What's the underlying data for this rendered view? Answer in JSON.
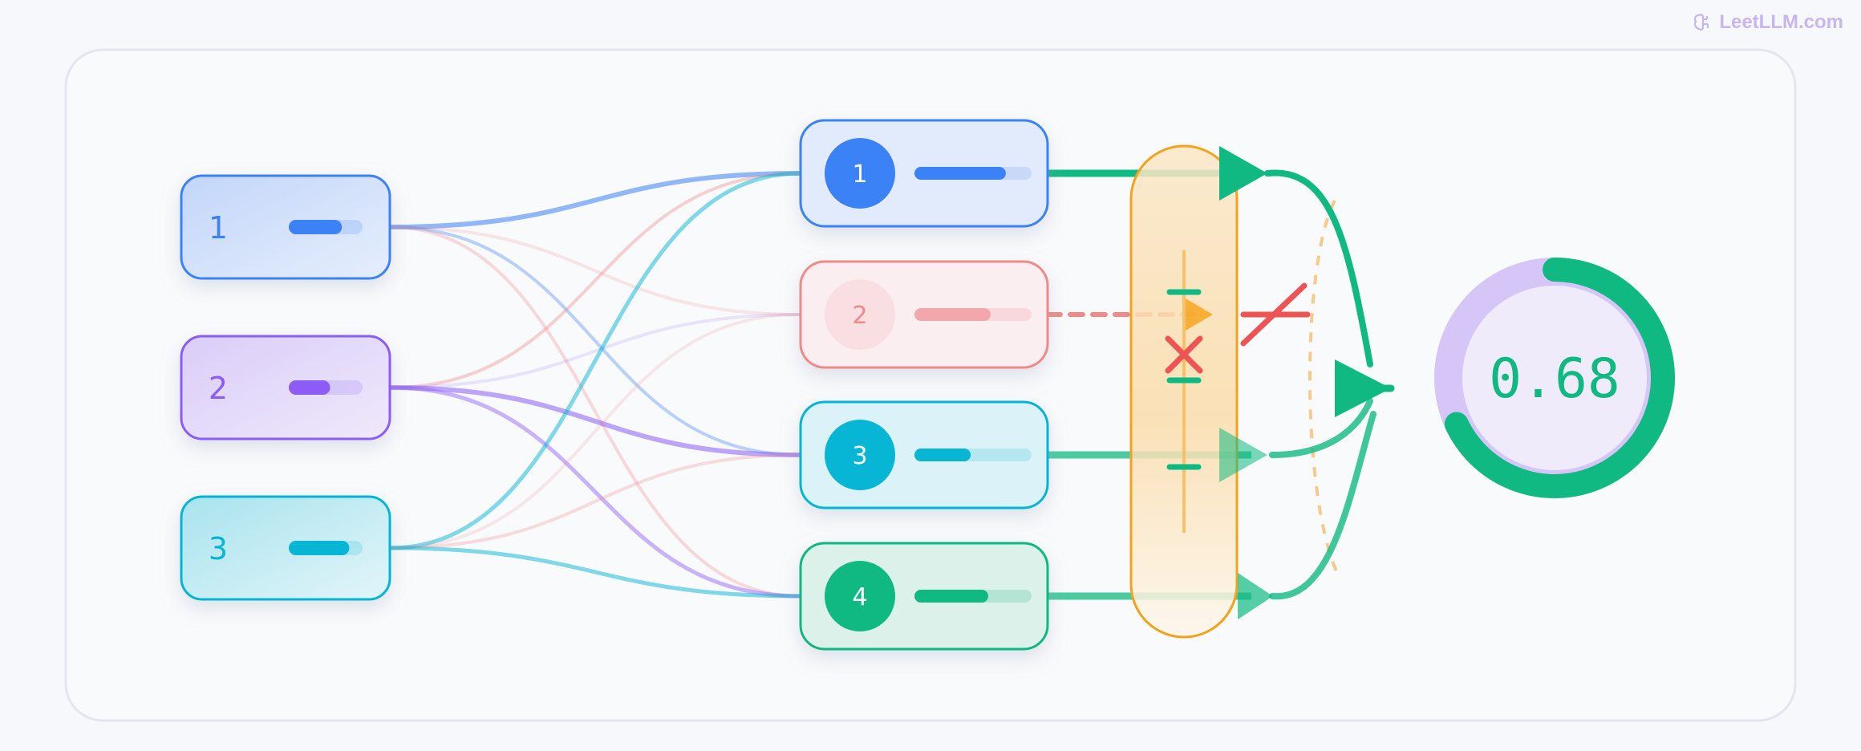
{
  "watermark": "LeetLLM.com",
  "inputs": [
    {
      "label": "1",
      "color": "#3b82f6",
      "fill_start": "#c3d6f9",
      "fill_end": "#e5eefc",
      "bar": 0.72
    },
    {
      "label": "2",
      "color": "#8b5cf6",
      "fill_start": "#dacdf8",
      "fill_end": "#efe9fb",
      "bar": 0.56
    },
    {
      "label": "3",
      "color": "#06b6d4",
      "fill_start": "#a9e3ee",
      "fill_end": "#e2f5f9",
      "bar": 0.82
    }
  ],
  "outputs": [
    {
      "label": "1",
      "color": "#3b82f6",
      "fill": "#e1ebfb",
      "track": "#c7d8f8",
      "bar": 0.78,
      "state": "pass"
    },
    {
      "label": "2",
      "color": "#f08a8a",
      "fill": "#fbeef0",
      "track": "#f8d8da",
      "bar": 0.65,
      "state": "dropped"
    },
    {
      "label": "3",
      "color": "#06b6d4",
      "fill": "#dbf2f8",
      "track": "#b5e7f1",
      "bar": 0.48,
      "state": "pass"
    },
    {
      "label": "4",
      "color": "#10b981",
      "fill": "#dcf1ea",
      "track": "#b4e5d4",
      "bar": 0.63,
      "state": "pass"
    }
  ],
  "colors": {
    "accent_green": "#10b981",
    "drop_red": "#ef5454",
    "filter_orange": "#f59e0b",
    "score_purple": "#d6c6f7"
  },
  "icons": [
    "check-mark-icon",
    "cross-icon",
    "arrow-icon",
    "logo-icon"
  ],
  "score": {
    "value": "0.68",
    "fraction": 0.68
  }
}
